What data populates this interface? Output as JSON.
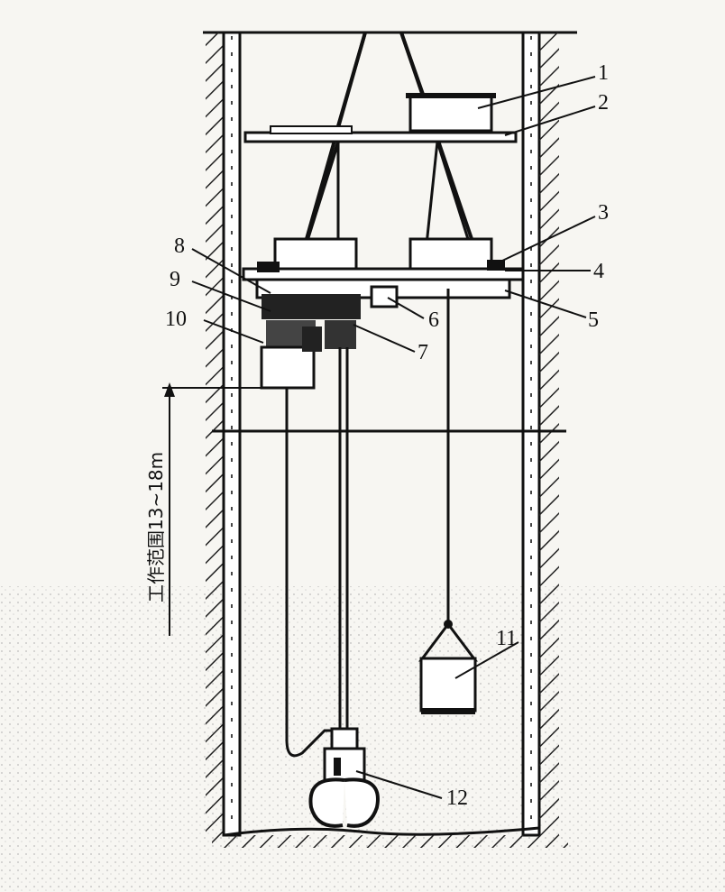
{
  "labels": {
    "n1": "1",
    "n2": "2",
    "n3": "3",
    "n4": "4",
    "n5": "5",
    "n6": "6",
    "n7": "7",
    "n8": "8",
    "n9": "9",
    "n10": "10",
    "n11": "11",
    "n12": "12"
  },
  "working_range": "工作范围13~18m"
}
